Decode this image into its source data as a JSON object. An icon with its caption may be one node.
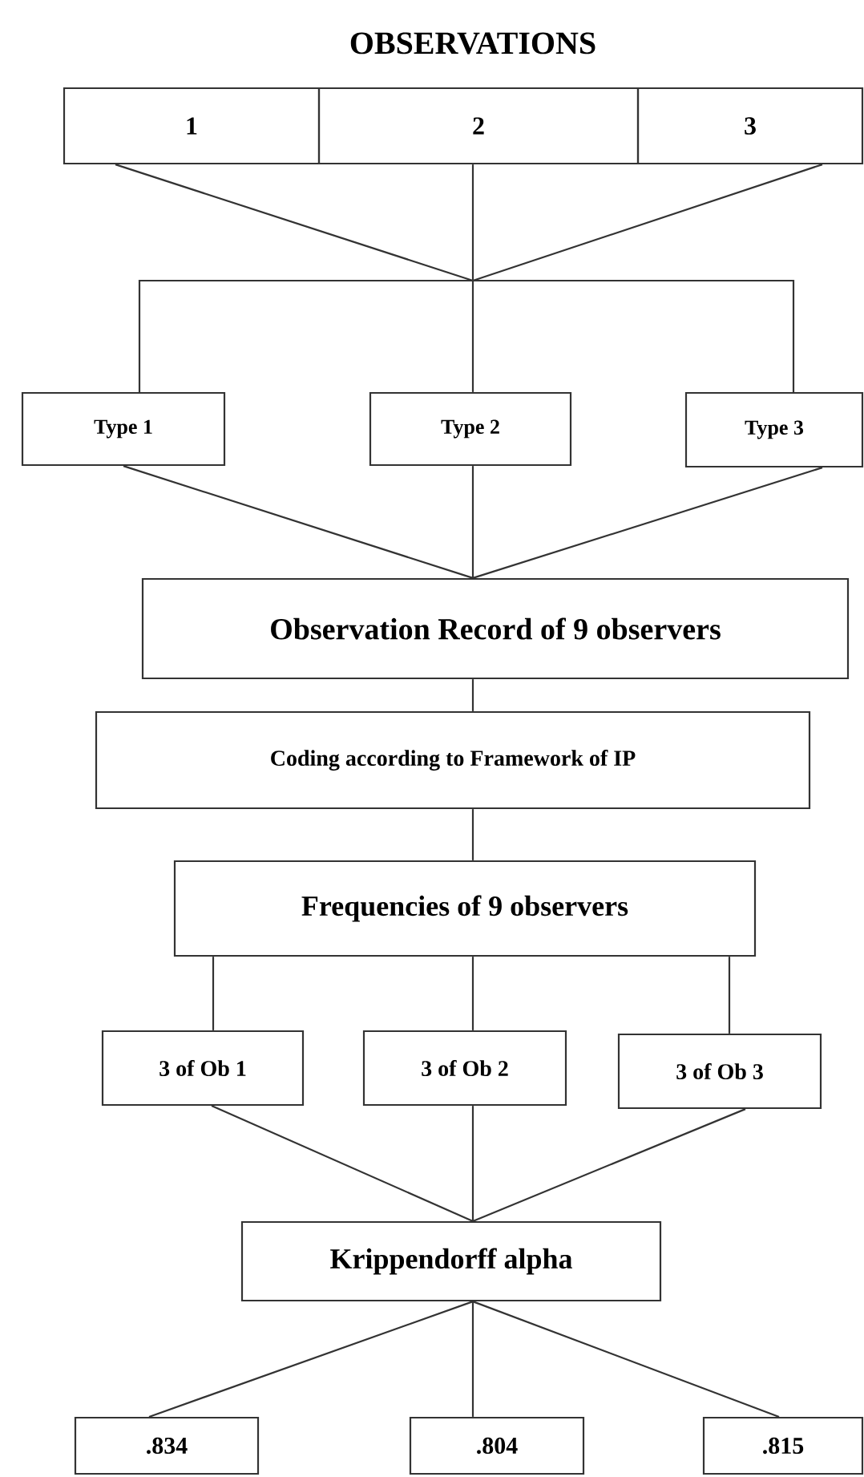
{
  "diagram": {
    "title": "OBSERVATIONS",
    "nodes": [
      {
        "text": [
          "1"
        ]
      },
      {
        "text": [
          "2"
        ]
      },
      {
        "text": [
          "3"
        ]
      },
      {
        "text": [
          "Type 1"
        ]
      },
      {
        "text": [
          "Type 2"
        ]
      },
      {
        "text": [
          "Type 3"
        ]
      },
      {
        "text": [
          "Observation Record of 9 observers"
        ]
      },
      {
        "text": [
          "Coding according to Framework of IP"
        ]
      },
      {
        "text": [
          "Frequencies of 9 observers"
        ]
      },
      {
        "text": [
          "3 of Ob 1"
        ]
      },
      {
        "text": [
          "3 of Ob 2"
        ]
      },
      {
        "text": [
          "3 of Ob 3"
        ]
      },
      {
        "text": [
          "Krippendorff alpha"
        ]
      },
      {
        "text": [
          ".834"
        ]
      },
      {
        "text": [
          ".804"
        ]
      },
      {
        "text": [
          ".815"
        ]
      }
    ],
    "edges": [
      {
        "from": 0,
        "to": 3,
        "arrow": "none"
      },
      {
        "from": 0,
        "to": 4,
        "arrow": "none"
      },
      {
        "from": 0,
        "to": 5,
        "arrow": "none"
      },
      {
        "from": 1,
        "to": 3,
        "arrow": "none"
      },
      {
        "from": 1,
        "to": 4,
        "arrow": "none"
      },
      {
        "from": 1,
        "to": 5,
        "arrow": "none"
      },
      {
        "from": 2,
        "to": 3,
        "arrow": "none"
      },
      {
        "from": 2,
        "to": 4,
        "arrow": "none"
      },
      {
        "from": 2,
        "to": 5,
        "arrow": "none"
      },
      {
        "from": 3,
        "to": 6,
        "arrow": "none"
      },
      {
        "from": 4,
        "to": 6,
        "arrow": "none"
      },
      {
        "from": 5,
        "to": 6,
        "arrow": "none"
      },
      {
        "from": 6,
        "to": 7,
        "arrow": "none"
      },
      {
        "from": 7,
        "to": 8,
        "arrow": "none"
      },
      {
        "from": 8,
        "to": 9,
        "arrow": "none"
      },
      {
        "from": 8,
        "to": 10,
        "arrow": "none"
      },
      {
        "from": 8,
        "to": 11,
        "arrow": "none"
      },
      {
        "from": 9,
        "to": 12,
        "arrow": "none"
      },
      {
        "from": 10,
        "to": 12,
        "arrow": "none"
      },
      {
        "from": 11,
        "to": 12,
        "arrow": "none"
      },
      {
        "from": 12,
        "to": 13,
        "arrow": "none"
      },
      {
        "from": 12,
        "to": 14,
        "arrow": "none"
      },
      {
        "from": 12,
        "to": 15,
        "arrow": "none"
      }
    ]
  }
}
